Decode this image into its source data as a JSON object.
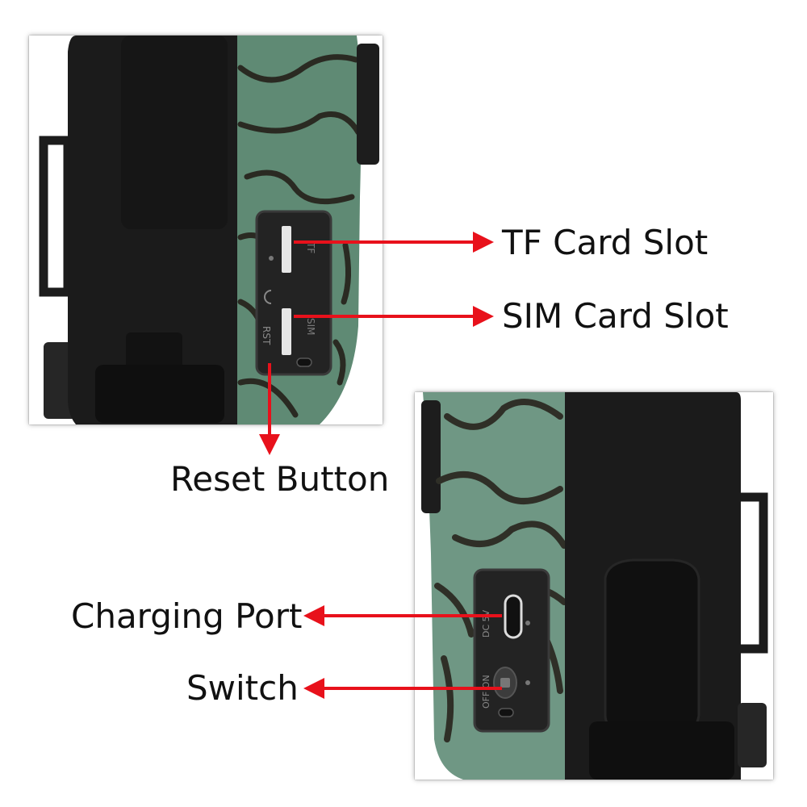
{
  "colors": {
    "arrow": "#e8111b",
    "camo_base": "#5f8a74",
    "camo_dark": "#2a2a22",
    "housing": "#1b1b1b",
    "port_panel": "#232323"
  },
  "top_photo": {
    "port_marks": {
      "tf": "TF",
      "sim": "SIM",
      "rst": "RST"
    }
  },
  "bottom_photo": {
    "port_marks": {
      "dc": "DC 5V",
      "onoff": "OFF ON"
    }
  },
  "callouts": {
    "tf_card_slot": "TF Card Slot",
    "sim_card_slot": "SIM Card Slot",
    "reset_button": "Reset Button",
    "charging_port": "Charging Port",
    "switch": "Switch"
  }
}
